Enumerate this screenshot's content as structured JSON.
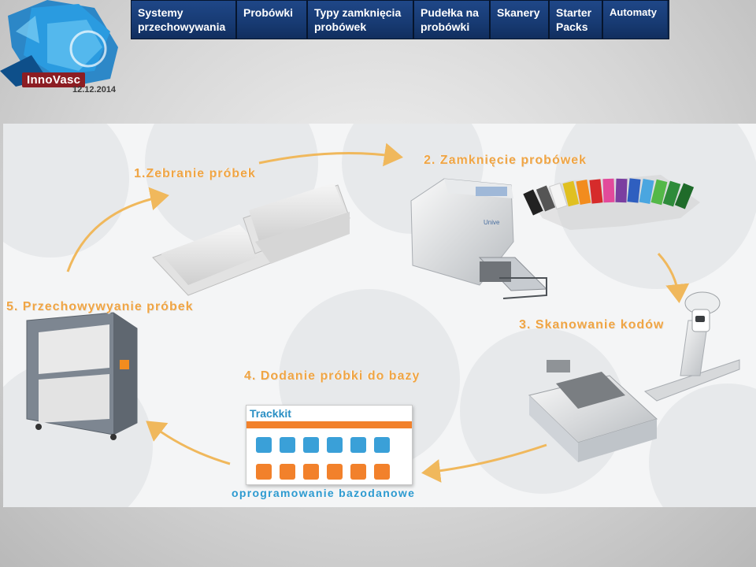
{
  "logo": {
    "name": "InnoVasc",
    "date": "12.12.2014"
  },
  "nav": {
    "items": [
      {
        "label": "Systemy przechowywania"
      },
      {
        "label": "Probówki"
      },
      {
        "label": "Typy zamknięcia probówek"
      },
      {
        "label": "Pudełka na probówki"
      },
      {
        "label": "Skanery"
      },
      {
        "label": "Starter Packs"
      },
      {
        "label": "Automaty"
      }
    ]
  },
  "diagram": {
    "steps": [
      {
        "label": "1.Zebranie próbek"
      },
      {
        "label": "2. Zamknięcie probówek"
      },
      {
        "label": "3. Skanowanie kodów"
      },
      {
        "label": "4. Dodanie próbki do bazy"
      },
      {
        "label": "5. Przechowywyanie próbek"
      }
    ],
    "software_label": "oprogramowanie bazodanowe",
    "screen_logo": "Trackkit",
    "device_brand": "Unive"
  },
  "colors": {
    "nav_bg": "#1f4788",
    "arrow": "#f0b85c",
    "step_text": "#f0a544",
    "software_text": "#2c9ad0"
  }
}
